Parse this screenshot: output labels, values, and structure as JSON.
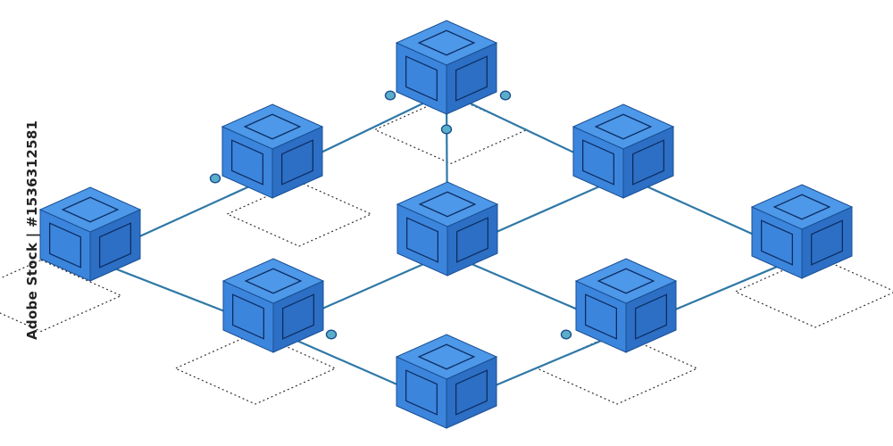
{
  "watermark": {
    "text": "Adobe Stock | #1536312581"
  },
  "colors": {
    "background": "#ffffff",
    "cube_top": "#4d98e8",
    "cube_left": "#3c85dc",
    "cube_right": "#2c6fc4",
    "cube_edge": "#1a4f93",
    "face_outline": "#0e2d63",
    "connector": "#2f78a6",
    "node": "#5aaec9",
    "shadow_outline": "#333333"
  },
  "diagram": {
    "nodes": [
      {
        "id": "c1",
        "name": "cube-top-center"
      },
      {
        "id": "c2",
        "name": "cube-upper-left"
      },
      {
        "id": "c3",
        "name": "cube-upper-right"
      },
      {
        "id": "c4",
        "name": "cube-far-left"
      },
      {
        "id": "c5",
        "name": "cube-center"
      },
      {
        "id": "c6",
        "name": "cube-far-right"
      },
      {
        "id": "c7",
        "name": "cube-lower-left"
      },
      {
        "id": "c8",
        "name": "cube-lower-right"
      },
      {
        "id": "c9",
        "name": "cube-bottom-center"
      }
    ],
    "edges": [
      {
        "from": "c1",
        "to": "c2",
        "has_node": true
      },
      {
        "from": "c1",
        "to": "c3",
        "has_node": true
      },
      {
        "from": "c1",
        "to": "c5",
        "has_node": true
      },
      {
        "from": "c2",
        "to": "c4",
        "has_node": true
      },
      {
        "from": "c4",
        "to": "c7",
        "has_node": false
      },
      {
        "from": "c5",
        "to": "c7",
        "has_node": false
      },
      {
        "from": "c5",
        "to": "c3",
        "has_node": false
      },
      {
        "from": "c5",
        "to": "c8",
        "has_node": false
      },
      {
        "from": "c3",
        "to": "c6",
        "has_node": false
      },
      {
        "from": "c6",
        "to": "c8",
        "has_node": false
      },
      {
        "from": "c7",
        "to": "c9",
        "has_node": true
      },
      {
        "from": "c9",
        "to": "c8",
        "has_node": true
      }
    ]
  }
}
